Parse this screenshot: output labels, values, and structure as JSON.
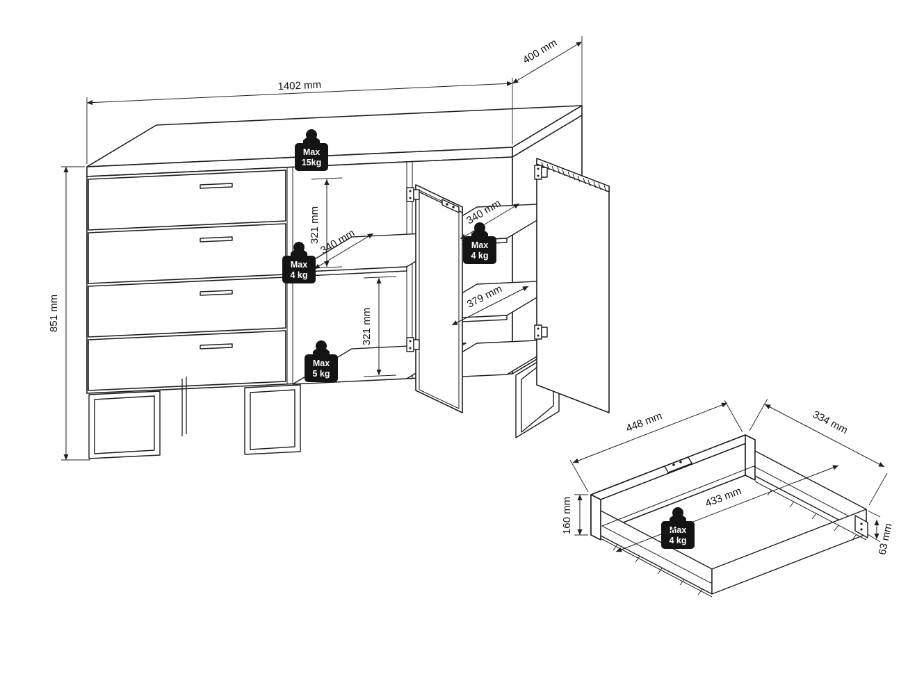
{
  "colors": {
    "line": "#1d1d1b",
    "background": "#ffffff"
  },
  "cabinet": {
    "width": "1402 mm",
    "depth": "400 mm",
    "height": "851 mm",
    "upper_compartment_height": "321 mm",
    "lower_compartment_height": "321 mm",
    "middle_shelf_depth": "340 mm",
    "right_shelf_depth": "340 mm",
    "right_lower_depth": "379 mm",
    "max_top_line1": "Max",
    "max_top_line2": "15kg",
    "max_shelf_line1": "Max",
    "max_shelf_line2": "4 kg",
    "max_bottom_line1": "Max",
    "max_bottom_line2": "5 kg",
    "max_right_line1": "Max",
    "max_right_line2": "4 kg"
  },
  "drawer": {
    "outer_width": "448 mm",
    "depth": "334 mm",
    "inner_width": "433 mm",
    "front_height": "160 mm",
    "side_height": "63 mm",
    "max_line1": "Max",
    "max_line2": "4 kg"
  }
}
